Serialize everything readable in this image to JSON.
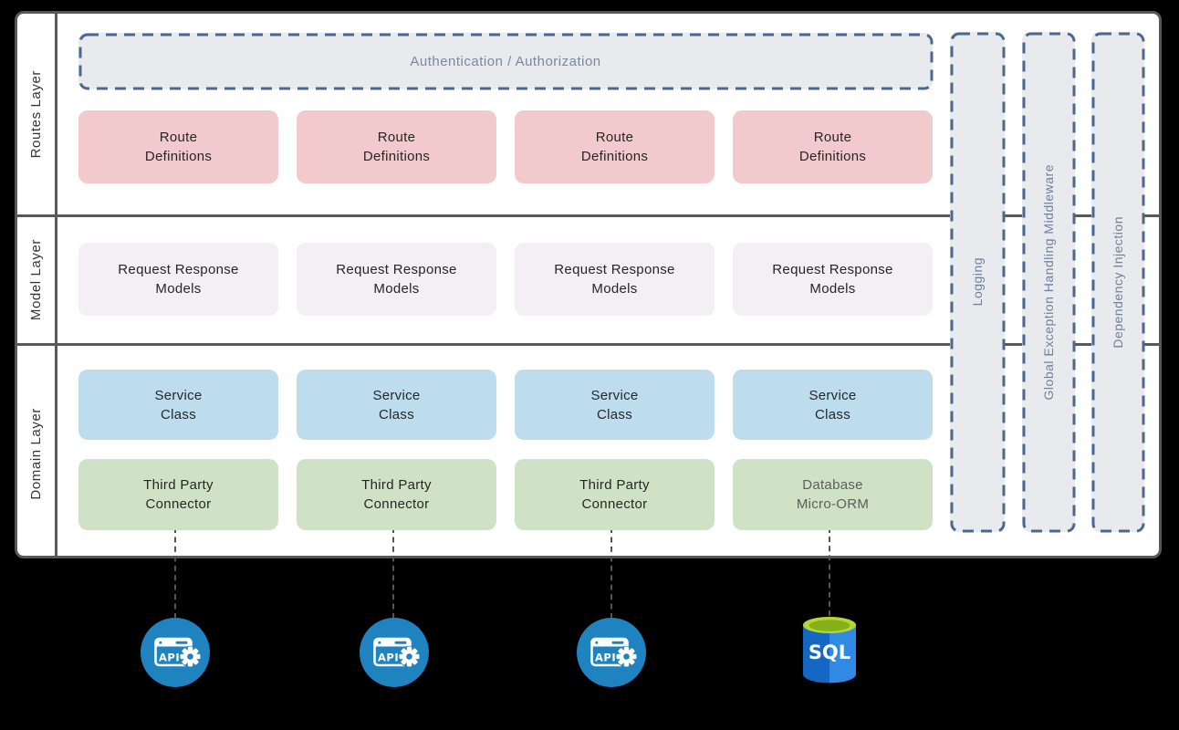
{
  "layers": [
    {
      "label": "Routes Layer"
    },
    {
      "label": "Model Layer"
    },
    {
      "label": "Domain Layer"
    }
  ],
  "auth": {
    "label": "Authentication / Authorization"
  },
  "route_boxes": [
    {
      "l1": "Route",
      "l2": "Definitions"
    },
    {
      "l1": "Route",
      "l2": "Definitions"
    },
    {
      "l1": "Route",
      "l2": "Definitions"
    },
    {
      "l1": "Route",
      "l2": "Definitions"
    }
  ],
  "model_boxes": [
    {
      "l1": "Request Response",
      "l2": "Models"
    },
    {
      "l1": "Request Response",
      "l2": "Models"
    },
    {
      "l1": "Request Response",
      "l2": "Models"
    },
    {
      "l1": "Request Response",
      "l2": "Models"
    }
  ],
  "service_boxes": [
    {
      "l1": "Service",
      "l2": "Class"
    },
    {
      "l1": "Service",
      "l2": "Class"
    },
    {
      "l1": "Service",
      "l2": "Class"
    },
    {
      "l1": "Service",
      "l2": "Class"
    }
  ],
  "domain_boxes": [
    {
      "l1": "Third Party",
      "l2": "Connector"
    },
    {
      "l1": "Third Party",
      "l2": "Connector"
    },
    {
      "l1": "Third Party",
      "l2": "Connector"
    },
    {
      "l1": "Database",
      "l2": "Micro-ORM"
    }
  ],
  "middleware": [
    {
      "label": "Logging"
    },
    {
      "label": "Global Exception Handling Middleware"
    },
    {
      "label": "Dependency Injection"
    }
  ],
  "icons": {
    "api": [
      {
        "label": "API"
      },
      {
        "label": "API"
      },
      {
        "label": "API"
      }
    ],
    "sql": {
      "label": "SQL"
    }
  },
  "colors": {
    "panel_border": "#58585a",
    "dashed_border": "#4d688c",
    "dashed_fill": "#e8eaee",
    "slate_text": "#7a889e",
    "route_pink": "#f2c9cd",
    "model_lavender": "#f4eef5",
    "service_blue": "#bddcee",
    "domain_green": "#cfe2c6",
    "api_circle_blue": "#1f83c0",
    "sql_body_left": "#1467c2",
    "sql_body_right": "#3089e2",
    "sql_top_rim": "#b6d634",
    "sql_top_inner": "#84b118"
  }
}
